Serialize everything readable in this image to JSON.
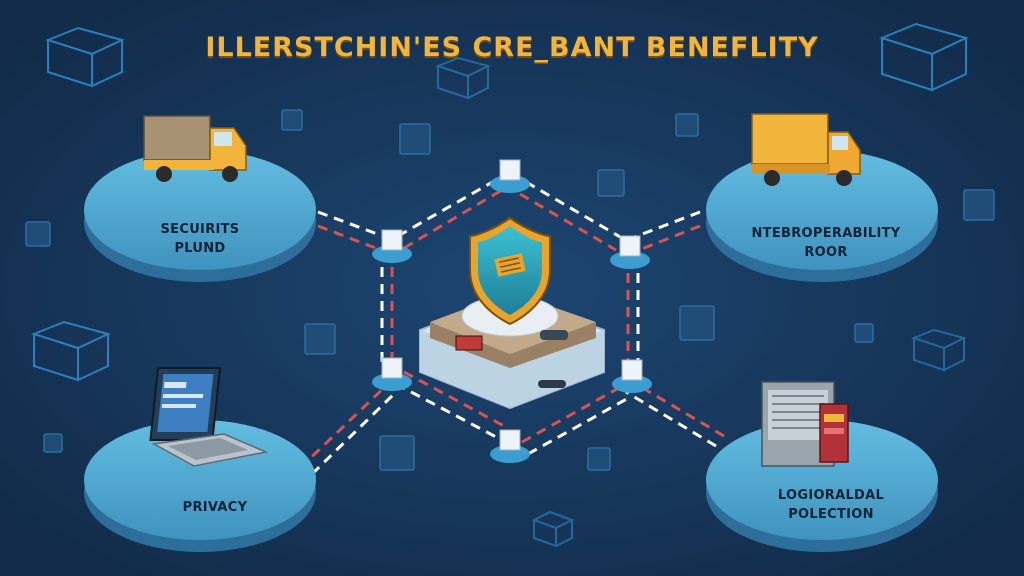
{
  "title": "ILLERSTCHIN'ES CRE_BANT BENEFLITY",
  "nodes": [
    {
      "id": "top-left",
      "lines": [
        "SECUIRITS",
        "PLUND"
      ],
      "icon": "delivery-truck"
    },
    {
      "id": "top-right",
      "lines": [
        "NTEBROPERABILITY",
        "ROOR"
      ],
      "icon": "box-truck"
    },
    {
      "id": "bottom-left",
      "lines": [
        "PRIVACY"
      ],
      "icon": "laptop"
    },
    {
      "id": "bottom-right",
      "lines": [
        "LOGIORALDAL",
        "POLECTION"
      ],
      "icon": "server-cabinet"
    }
  ],
  "hub": {
    "icon": "shield-icon"
  },
  "colors": {
    "background": "#163456",
    "title": "#f2b53b",
    "platform": "#4fa7cf",
    "connector_red": "#d9534f",
    "connector_white": "#ffffff",
    "shield": "#2aa3b8"
  }
}
